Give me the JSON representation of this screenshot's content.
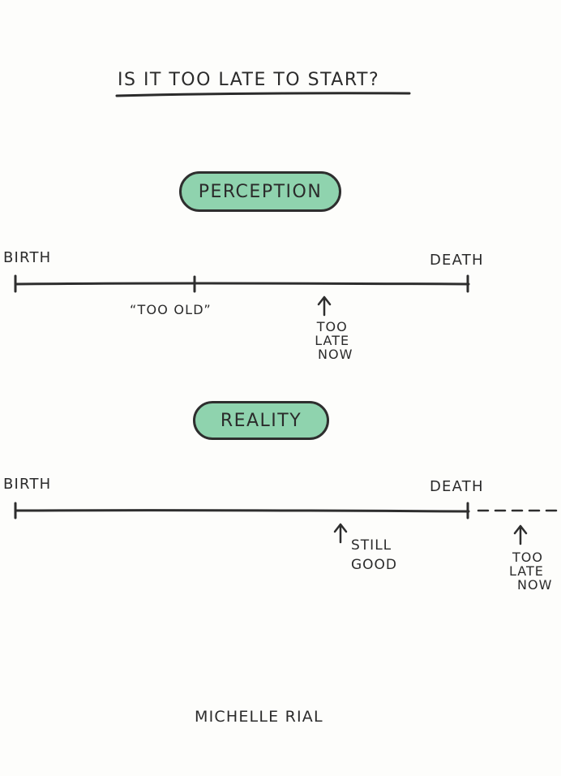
{
  "title": "IS IT TOO LATE TO START?",
  "perception": {
    "heading": "PERCEPTION",
    "birth_label": "BIRTH",
    "death_label": "DEATH",
    "too_old_label": "“TOO OLD”",
    "too_late_lines": [
      "TOO",
      "LATE",
      "NOW"
    ]
  },
  "reality": {
    "heading": "REALITY",
    "birth_label": "BIRTH",
    "death_label": "DEATH",
    "still_good_lines": [
      "STILL",
      "GOOD"
    ],
    "too_late_lines": [
      "TOO",
      "LATE",
      "NOW"
    ]
  },
  "author": "MICHELLE RIAL",
  "colors": {
    "pill_fill": "#8fd3ae",
    "ink": "#2b2b2b"
  }
}
